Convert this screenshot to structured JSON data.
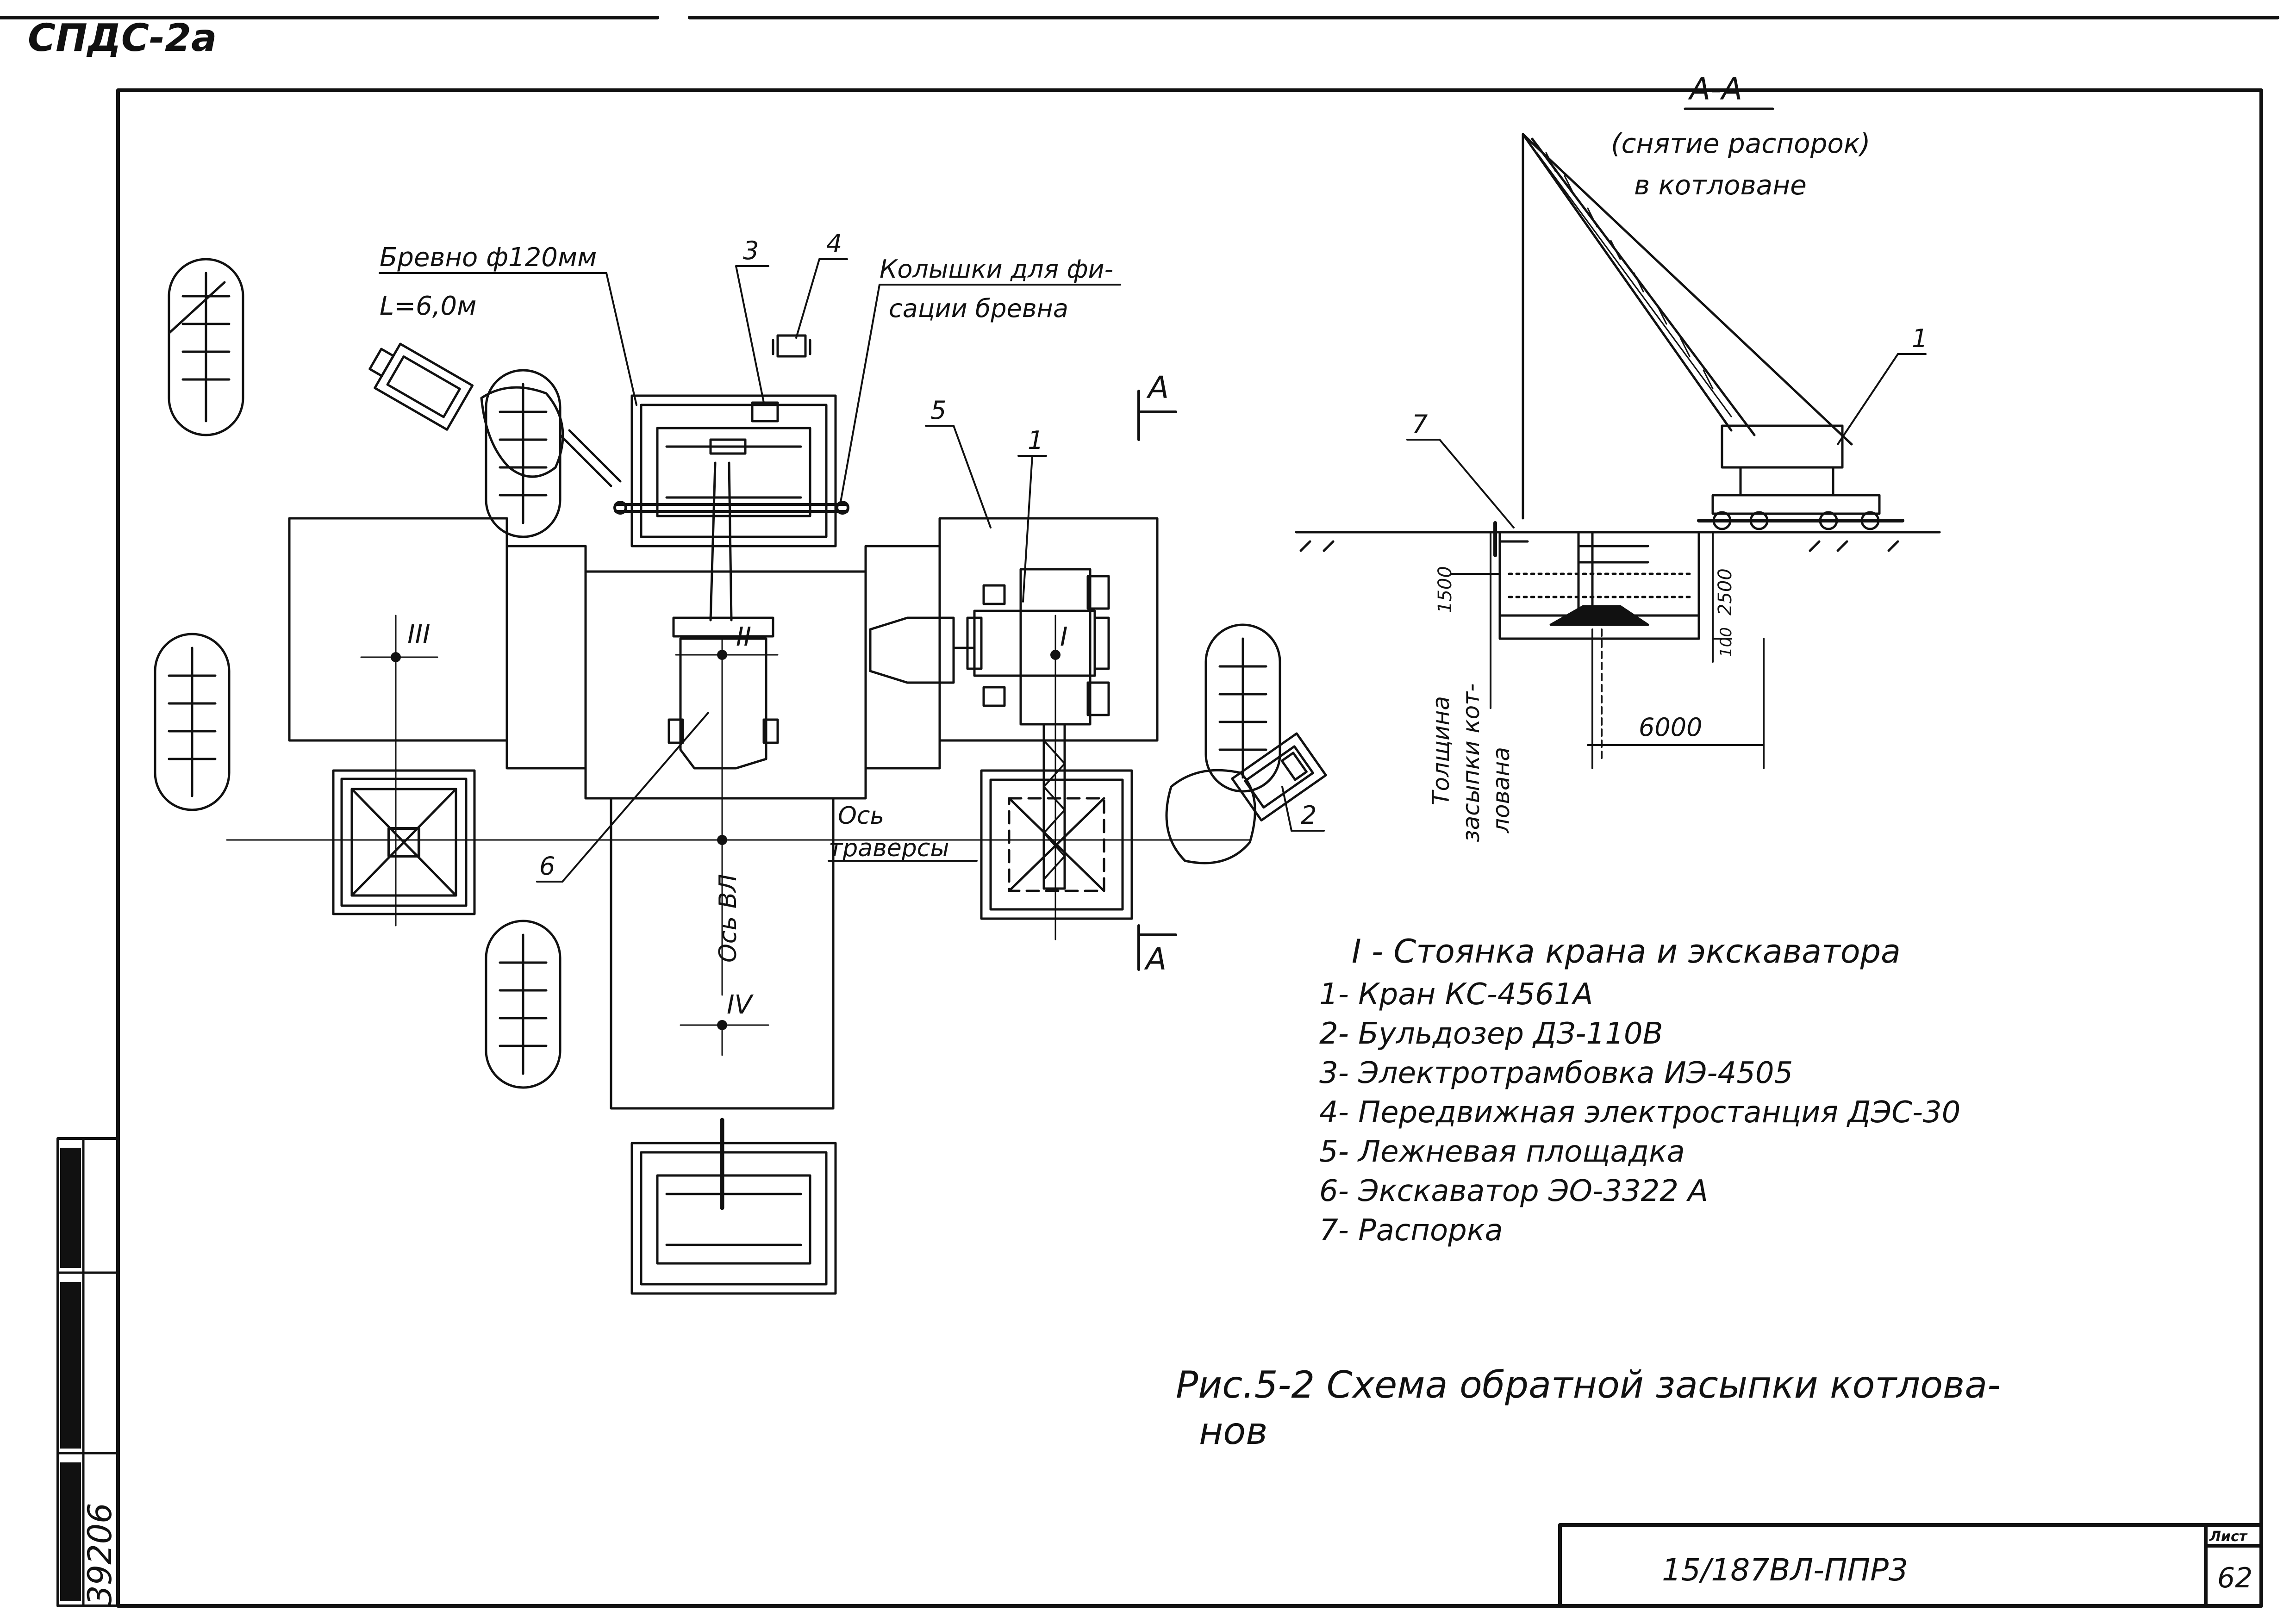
{
  "sheet": {
    "stamp_top_left": "СПДС-2а",
    "doc_code": "15/187ВЛ-ППР3",
    "sheet_label": "Лист",
    "sheet_number": "62",
    "side_inventory_number": "39206"
  },
  "section": {
    "title": "А-А",
    "subtitle_line1": "(снятие распорок)",
    "subtitle_line2": "в котловане",
    "callout_1": "1",
    "callout_7": "7",
    "dim_1500": "1500",
    "dim_2500": "2500",
    "dim_100": "100",
    "dim_6000": "6000",
    "label_backfill_line1": "Толщина",
    "label_backfill_line2": "засыпки кот-",
    "label_backfill_line3": "лована"
  },
  "plan": {
    "log_line1": "Бревно ф120мм",
    "log_line2": "L=6,0м",
    "stakes_line1": "Колышки для фи-",
    "stakes_line2": "сации бревна",
    "callout_3": "3",
    "callout_4": "4",
    "callout_5": "5",
    "callout_1": "1",
    "callout_2": "2",
    "callout_6": "6",
    "cut_mark_a_top": "А",
    "cut_mark_a_bottom": "А",
    "pos_I": "I",
    "pos_II": "II",
    "pos_III": "III",
    "pos_IV": "IV",
    "axis_vl": "Ось ВЛ",
    "axis_traverse_line1": "Ось",
    "axis_traverse_line2": "траверсы"
  },
  "legend": {
    "items": [
      "I - Стоянка  крана и экскаватора",
      "1- Кран  КС-4561А",
      "2- Бульдозер ДЗ-110В",
      "3- Электротрамбовка ИЭ-4505",
      "4- Передвижная электростанция ДЭС-30",
      "5- Лежневая площадка",
      "6- Экскаватор ЭО-3322 А",
      "7- Распорка"
    ]
  },
  "caption": {
    "line1": "Рис.5-2   Схема обратной засыпки котлова-",
    "line2": "нов"
  }
}
